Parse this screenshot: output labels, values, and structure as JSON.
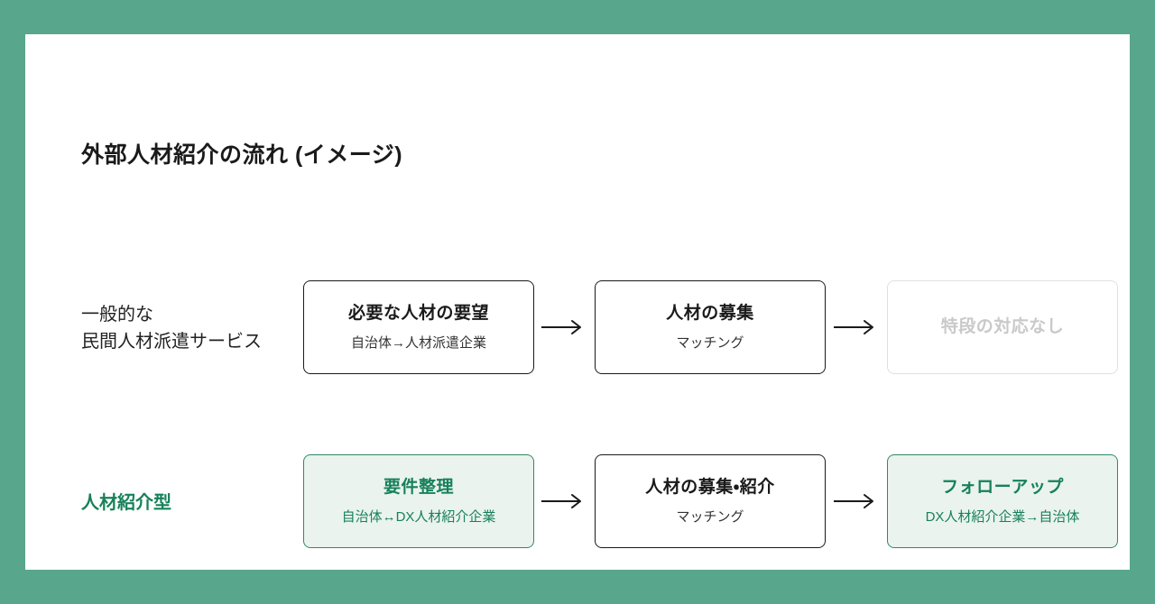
{
  "page": {
    "title": "外部人材紹介の流れ (イメージ)"
  },
  "colors": {
    "background_green": "#58a68b",
    "card_white": "#ffffff",
    "ink_black": "#1a1a1a",
    "accent_green_text": "#17815a",
    "accent_green_border": "#2f8a63",
    "accent_green_fill": "#eaf3ee",
    "muted_gray_text": "#c9c9c9",
    "muted_gray_border": "#e0e0e0"
  },
  "rows": [
    {
      "label_lines": [
        "一般的な",
        "民間人材派遣サービス"
      ],
      "steps": [
        {
          "title": "必要な人材の要望",
          "subtitle": "自治体→人材派遣企業",
          "style": "default"
        },
        {
          "title": "人材の募集",
          "subtitle": "マッチング",
          "style": "default"
        },
        {
          "title": "特段の対応なし",
          "subtitle": "",
          "style": "muted"
        }
      ]
    },
    {
      "label_lines": [
        "人材紹介型"
      ],
      "steps": [
        {
          "title": "要件整理",
          "subtitle": "自治体↔DX人材紹介企業",
          "style": "green"
        },
        {
          "title": "人材の募集・紹介",
          "subtitle": "マッチング",
          "style": "default"
        },
        {
          "title": "フォローアップ",
          "subtitle": "DX人材紹介企業→自治体",
          "style": "green"
        }
      ]
    }
  ],
  "icons": {
    "right_arrow": "→"
  }
}
